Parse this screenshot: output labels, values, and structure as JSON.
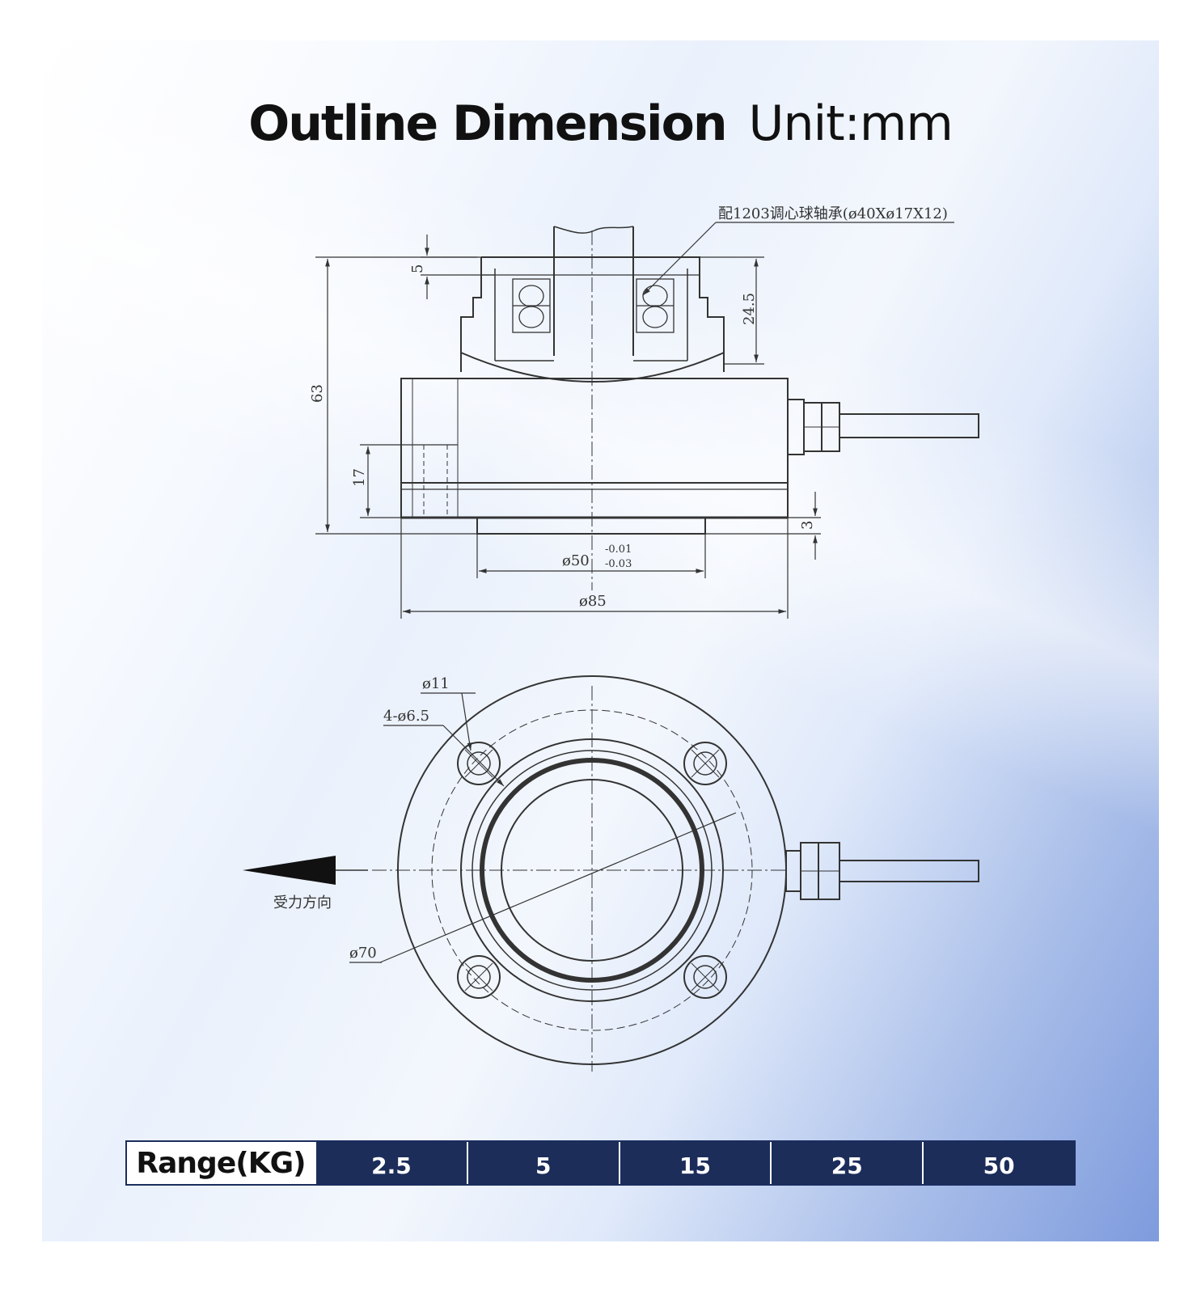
{
  "title": {
    "main": "Outline Dimension",
    "unit": "Unit:mm"
  },
  "side_view": {
    "bearing_note": "配1203调心球轴承(ø40Xø17X12)",
    "dim_5": "5",
    "dim_24_5": "24.5",
    "dim_63": "63",
    "dim_17": "17",
    "dim_3": "3",
    "dim_50": "ø50",
    "dim_50_tol_upper": "-0.01",
    "dim_50_tol_lower": "-0.03",
    "dim_85": "ø85"
  },
  "top_view": {
    "dim_11": "ø11",
    "dim_holes": "4-ø6.5",
    "dim_70": "ø70",
    "force_direction": "受力方向"
  },
  "range_table": {
    "label": "Range(KG)",
    "values": [
      "2.5",
      "5",
      "15",
      "25",
      "50"
    ]
  },
  "colors": {
    "table_fill": "#1c2d5a",
    "line": "#333333",
    "panel_accent": "#7e9bdd"
  }
}
